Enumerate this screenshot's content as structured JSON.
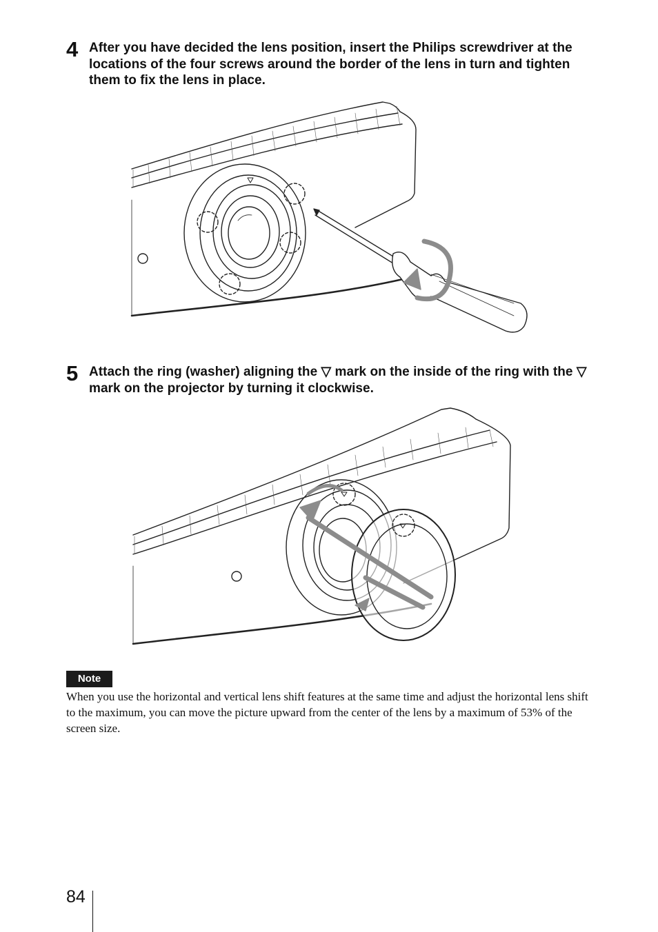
{
  "steps": [
    {
      "number": "4",
      "text": "After you have decided the lens position, insert the Philips screwdriver at the locations of the four screws around the border of the lens in turn and tighten them to fix the lens in place."
    },
    {
      "number": "5",
      "text": "Attach the ring (washer) aligning the ▽ mark on the inside of the ring with the ▽ mark on the projector by turning it clockwise."
    }
  ],
  "note": {
    "label": "Note",
    "text": "When you use the horizontal and vertical lens shift features at the same time and adjust the horizontal lens shift to the maximum, you can move the picture upward from the center of the lens by a maximum of 53% of the screen size."
  },
  "page_number": "84",
  "colors": {
    "text": "#111111",
    "note_label_bg": "#1b1b1b",
    "note_label_text": "#ffffff",
    "illustration_line": "#222222",
    "arrow_gray": "#8c8c8c"
  }
}
